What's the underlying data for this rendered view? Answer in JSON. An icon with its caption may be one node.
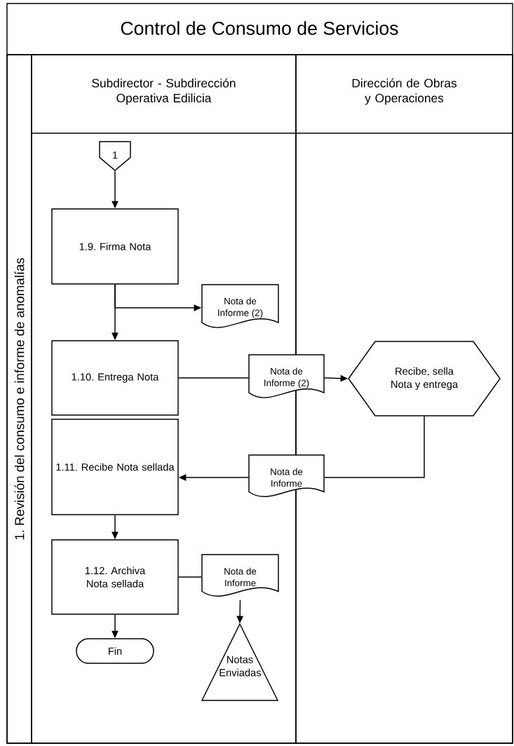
{
  "diagram": {
    "title": "Control de Consumo de Servicios",
    "nodes": [
      {
        "text": [
          "Subdirector - Subdirección Operativa Edilicia"
        ]
      },
      {
        "text": [
          "Dirección de Obras y Operaciones"
        ]
      },
      {
        "text": [
          "1. Revisión del consumo e informe de anomalías"
        ]
      },
      {
        "text": [
          "1"
        ],
        "in": 0
      },
      {
        "text": [
          "1.9. Firma Nota"
        ],
        "in": 0
      },
      {
        "text": [
          "Nota de Informe (2)"
        ],
        "in": 0
      },
      {
        "text": [
          "1.10. Entrega Nota"
        ],
        "in": 0
      },
      {
        "text": [
          "Nota de Informe (2)"
        ]
      },
      {
        "text": [
          "Recibe, sella Nota y entrega"
        ],
        "in": 1
      },
      {
        "text": [
          "1.11. Recibe Nota sellada"
        ],
        "in": 0
      },
      {
        "text": [
          "Nota de Informe"
        ]
      },
      {
        "text": [
          "1.12. Archiva Nota sellada"
        ],
        "in": 0
      },
      {
        "text": [
          "Nota de Informe"
        ],
        "in": 0
      },
      {
        "text": [
          "Fin"
        ],
        "in": 0
      },
      {
        "text": [
          "Notas Enviadas"
        ],
        "in": 0
      }
    ],
    "edges": [
      {
        "from": 3,
        "to": 4,
        "arrow": "to"
      },
      {
        "from": 4,
        "to": 6,
        "arrow": "to"
      },
      {
        "from": 4,
        "to": 5,
        "arrow": "to"
      },
      {
        "from": 6,
        "to": 7,
        "arrow": "none"
      },
      {
        "from": 7,
        "to": 8,
        "arrow": "to"
      },
      {
        "from": 8,
        "to": 10,
        "arrow": "none"
      },
      {
        "from": 10,
        "to": 9,
        "arrow": "to"
      },
      {
        "from": 9,
        "to": 11,
        "arrow": "to"
      },
      {
        "from": 11,
        "to": 12,
        "arrow": "none"
      },
      {
        "from": 12,
        "to": 14,
        "arrow": "to"
      },
      {
        "from": 11,
        "to": 13,
        "arrow": "to"
      }
    ]
  }
}
